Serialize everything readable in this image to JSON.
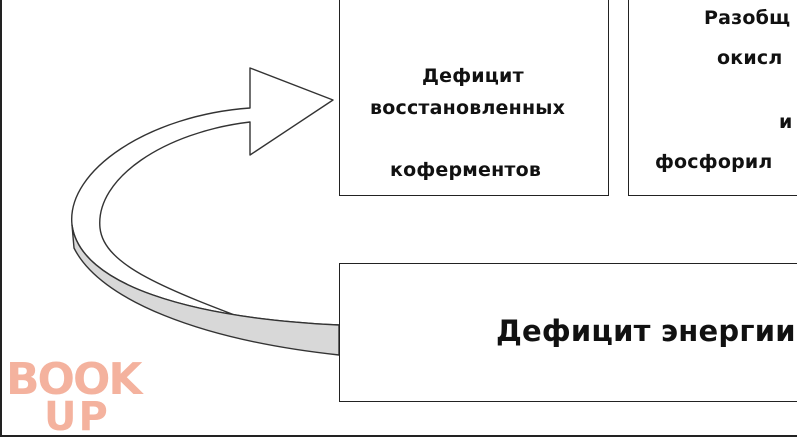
{
  "diagram": {
    "box_coenzymes": {
      "line1": "Дефицит",
      "line2": "восстановленных",
      "line3": "коферментов"
    },
    "box_uncoupling": {
      "line1": "Разобщ",
      "line2": "окисл",
      "line3": "и",
      "line4": "фосфорил"
    },
    "box_energy": {
      "text": "Дефицит энергии"
    }
  },
  "watermark": {
    "line1": "BOOK",
    "line2": "UP"
  },
  "colors": {
    "arrow_fill": "#d8d8d8",
    "border": "#222222",
    "watermark": "#f4b29e"
  }
}
